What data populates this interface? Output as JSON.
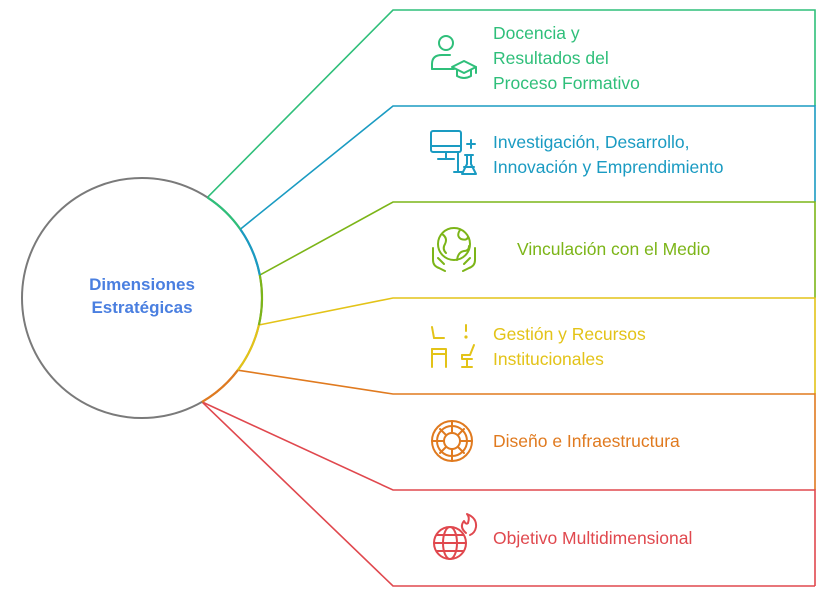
{
  "center": {
    "lines": [
      "Dimensiones",
      "Estratégicas"
    ],
    "color": "#4a7fe0",
    "stroke_color": "#7a7a7a"
  },
  "items": [
    {
      "lines": [
        "Docencia y",
        "Resultados del",
        "Proceso Formativo"
      ],
      "color": "#2fbf7a",
      "icon": "student-graduation-cap-icon"
    },
    {
      "lines": [
        "Investigación, Desarrollo,",
        "Innovación y Emprendimiento"
      ],
      "color": "#1a9bc2",
      "icon": "computer-lab-flask-icon"
    },
    {
      "lines": [
        "Vinculación con el Medio"
      ],
      "color": "#7cb518",
      "icon": "hands-holding-globe-icon"
    },
    {
      "lines": [
        "Gestión y Recursos",
        "Institucionales"
      ],
      "color": "#e3c318",
      "icon": "office-desk-chair-icon"
    },
    {
      "lines": [
        "Diseño e Infraestructura"
      ],
      "color": "#e07a1f",
      "icon": "target-blueprint-icon"
    },
    {
      "lines": [
        "Objetivo Multidimensional"
      ],
      "color": "#e0484e",
      "icon": "globe-fire-icon"
    }
  ]
}
